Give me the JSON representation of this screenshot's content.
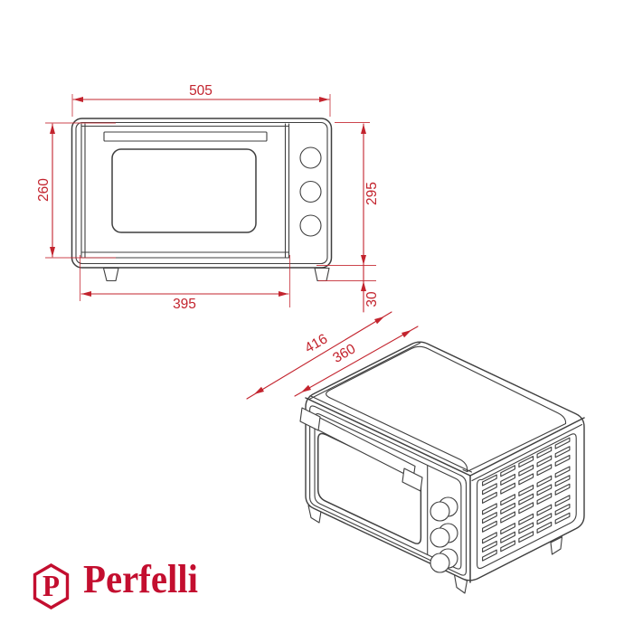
{
  "brand": {
    "wordmark": "Perfelli",
    "monogram": "P",
    "color": "#c30e2f"
  },
  "drawing": {
    "line_color": "#3f3f3f",
    "dimension_color": "#c3242e",
    "front_view": {
      "dimensions": {
        "overall_width": "505",
        "door_height": "260",
        "overall_height": "295",
        "base_width": "395",
        "leg_height": "30"
      }
    },
    "isometric_view": {
      "dimensions": {
        "overall_depth": "416",
        "body_depth": "360"
      }
    }
  }
}
